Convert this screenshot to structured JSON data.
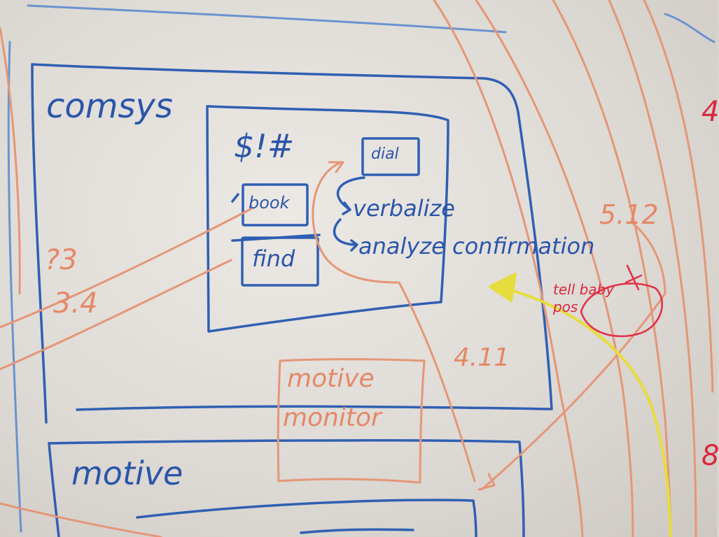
{
  "image": {
    "kind": "whiteboard-photo"
  },
  "labels": {
    "comsys": "comsys",
    "symbols": "$!#",
    "book": "book",
    "find": "find",
    "dial": "dial",
    "verbalize": "verbalize",
    "analyze_confirmation": "analyze confirmation",
    "motive": "motive",
    "motive_monitor_line1": "motive",
    "motive_monitor_line2": "monitor",
    "q3": "?3",
    "num_34": "3.4",
    "num_411": "4.11",
    "num_512": "5.12",
    "tell_baby_pos": "tell baby pos",
    "edge_4": "4",
    "edge_8": "8"
  },
  "colors": {
    "blue_marker": "#2f5fb3",
    "orange_marker": "#e59677",
    "red_marker": "#e0324a",
    "yellow_marker": "#e6dd3c",
    "board": "#e6e2de"
  }
}
